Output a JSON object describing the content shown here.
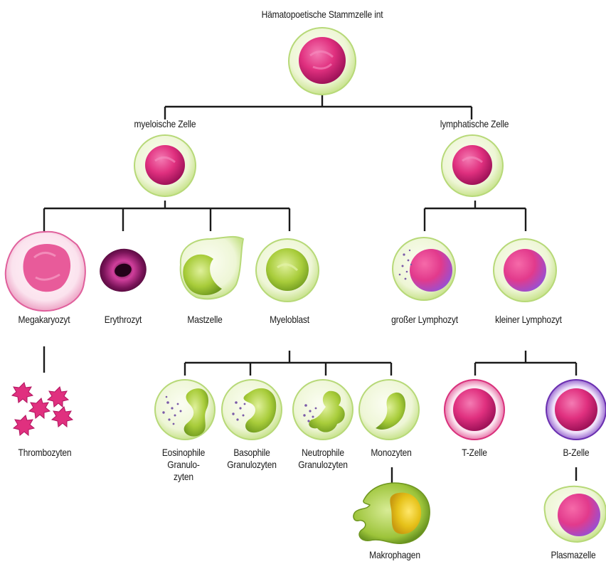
{
  "diagram": {
    "root": {
      "label": "Hämatopoetische Stammzelle int"
    },
    "myeloid_progenitor": {
      "label": "myeloische Zelle"
    },
    "lymphoid_progenitor": {
      "label": "lymphatische Zelle"
    },
    "cells": {
      "megakaryocyte": "Megakaryozyt",
      "erythrocyte": "Erythrozyt",
      "mast_cell": "Mastzelle",
      "myeloblast": "Myeloblast",
      "large_lymphocyte": "großer Lymphozyt",
      "small_lymphocyte": "kleiner Lymphozyt",
      "thrombocytes": "Thrombozyten",
      "eosinophil": [
        "Eosinophile",
        "Granulo-",
        "zyten"
      ],
      "basophil": [
        "Basophile",
        "Granulozyten"
      ],
      "neutrophil": [
        "Neutrophile",
        "Granulozyten"
      ],
      "monocytes": "Monozyten",
      "t_cell": "T-Zelle",
      "b_cell": "B-Zelle",
      "macrophages": "Makrophagen",
      "plasma_cell": "Plasmazelle"
    },
    "colors": {
      "connector": "#1a1a1a",
      "cytoplasm_green": "#d9edaa",
      "nucleus_magenta": "#e0307f",
      "nucleus_purple": "#9a4fd0",
      "erythrocyte_dark": "#5a0a40",
      "granule_purple": "#7a5aa8",
      "macrophage_yellow": "#e6c21a"
    }
  }
}
